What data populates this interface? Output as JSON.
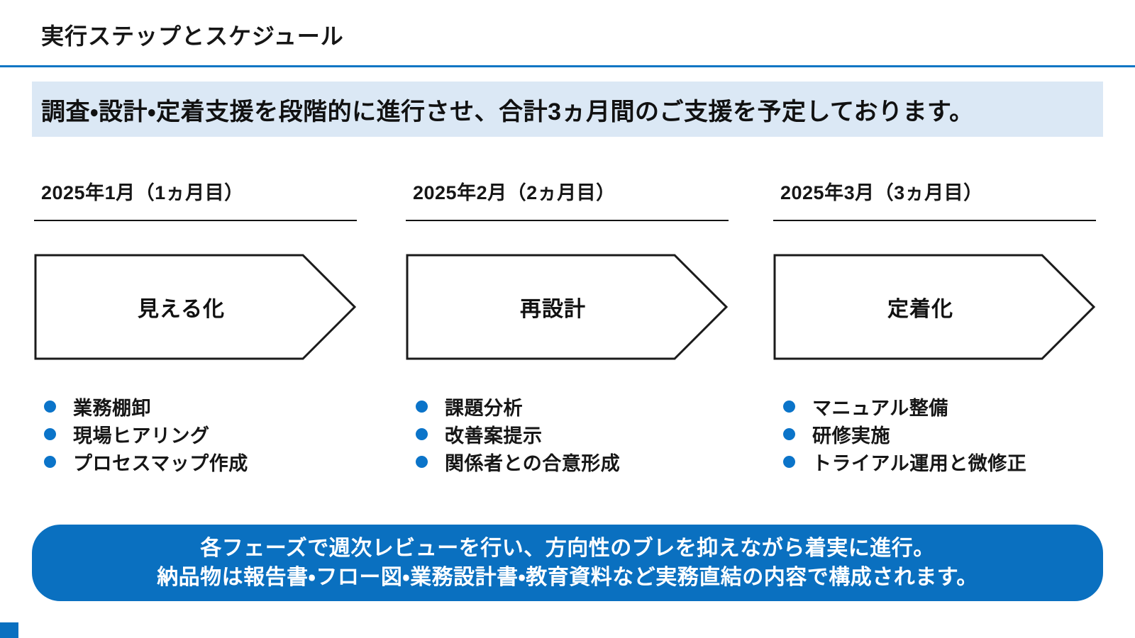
{
  "slide": {
    "title": "実行ステップとスケジュール",
    "lead": "調査・設計・定着支援を段階的に進行させ、合計3ヵ月間のご支援を予定しております。",
    "phases": [
      {
        "period": "2025年1月（1ヵ月目）",
        "step": "見える化",
        "items": [
          "業務棚卸",
          "現場ヒアリング",
          "プロセスマップ作成"
        ]
      },
      {
        "period": "2025年2月（2ヵ月目）",
        "step": "再設計",
        "items": [
          "課題分析",
          "改善案提示",
          "関係者との合意形成"
        ]
      },
      {
        "period": "2025年3月（3ヵ月目）",
        "step": "定着化",
        "items": [
          "マニュアル整備",
          "研修実施",
          "トライアル運用と微修正"
        ]
      }
    ],
    "footer": {
      "line1": "各フェーズで週次レビューを行い、方向性のブレを抑えながら着実に進行。",
      "line2": "納品物は報告書・フロー図・業務設計書・教育資料など実務直結の内容で構成されます。"
    },
    "colors": {
      "accent_blue": "#0e76c4",
      "lead_bg": "#dbe8f5",
      "bullet_blue": "#0b74c9",
      "footer_bg": "#0a70c0",
      "ink": "#161616"
    }
  }
}
